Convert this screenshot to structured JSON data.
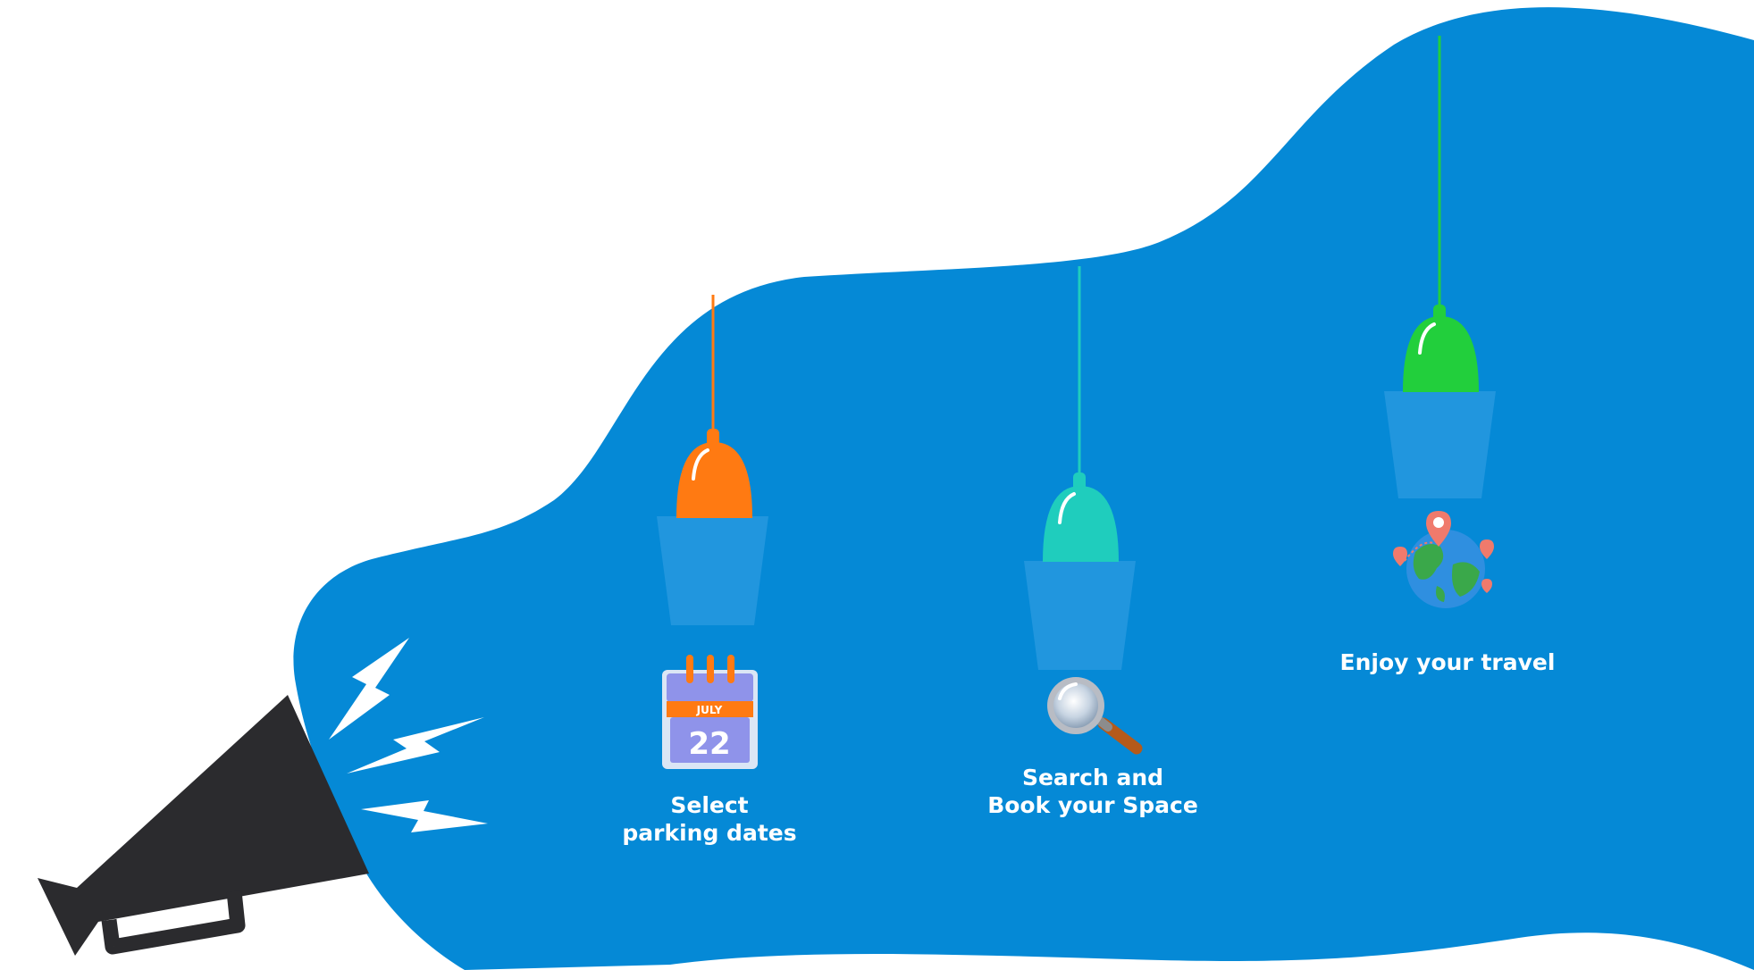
{
  "colors": {
    "background": "#ffffff",
    "blob": "#0589d6",
    "megaphone": "#2b2b2e",
    "lamp_orange": "#ff7a12",
    "lamp_teal": "#1fcdbd",
    "lamp_green": "#22cf3c",
    "light_beam": "#3ea3e6"
  },
  "steps": [
    {
      "id": "select-dates",
      "lines": [
        "Select",
        "parking dates"
      ],
      "icon": "calendar-icon",
      "lamp_color": "orange",
      "calendar": {
        "month": "JULY",
        "day": "22"
      }
    },
    {
      "id": "search-book",
      "lines": [
        "Search and",
        "Book your Space"
      ],
      "icon": "magnifier-icon",
      "lamp_color": "teal"
    },
    {
      "id": "enjoy-travel",
      "lines": [
        "Enjoy your travel"
      ],
      "icon": "globe-icon",
      "lamp_color": "green"
    }
  ],
  "decorations": [
    "megaphone-icon",
    "lightning-icon",
    "pendant-lamp-icon"
  ]
}
